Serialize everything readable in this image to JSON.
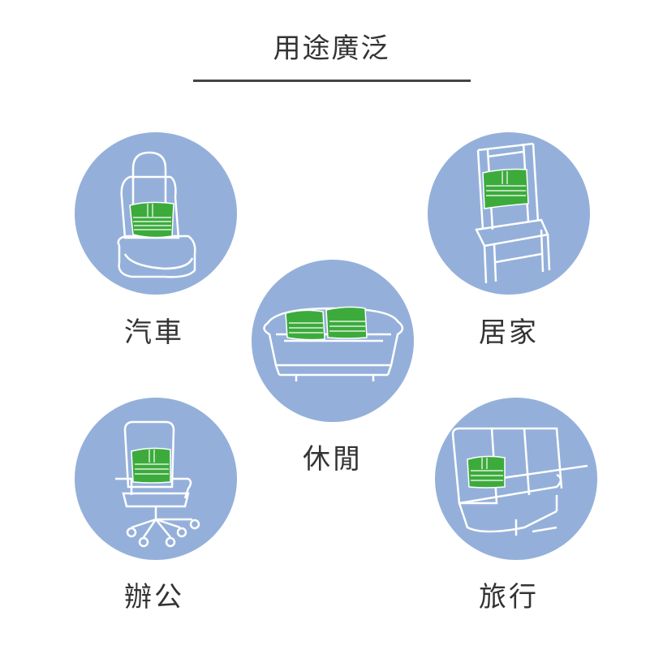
{
  "title": "用途廣泛",
  "uses": [
    {
      "label": "汽車",
      "icon": "car-seat-icon"
    },
    {
      "label": "居家",
      "icon": "chair-icon"
    },
    {
      "label": "休閒",
      "icon": "sofa-icon"
    },
    {
      "label": "辦公",
      "icon": "office-chair-icon"
    },
    {
      "label": "旅行",
      "icon": "train-seat-icon"
    }
  ],
  "colors": {
    "circle": "#94b0da",
    "cushion": "#3cab3c",
    "line": "#ffffff"
  }
}
